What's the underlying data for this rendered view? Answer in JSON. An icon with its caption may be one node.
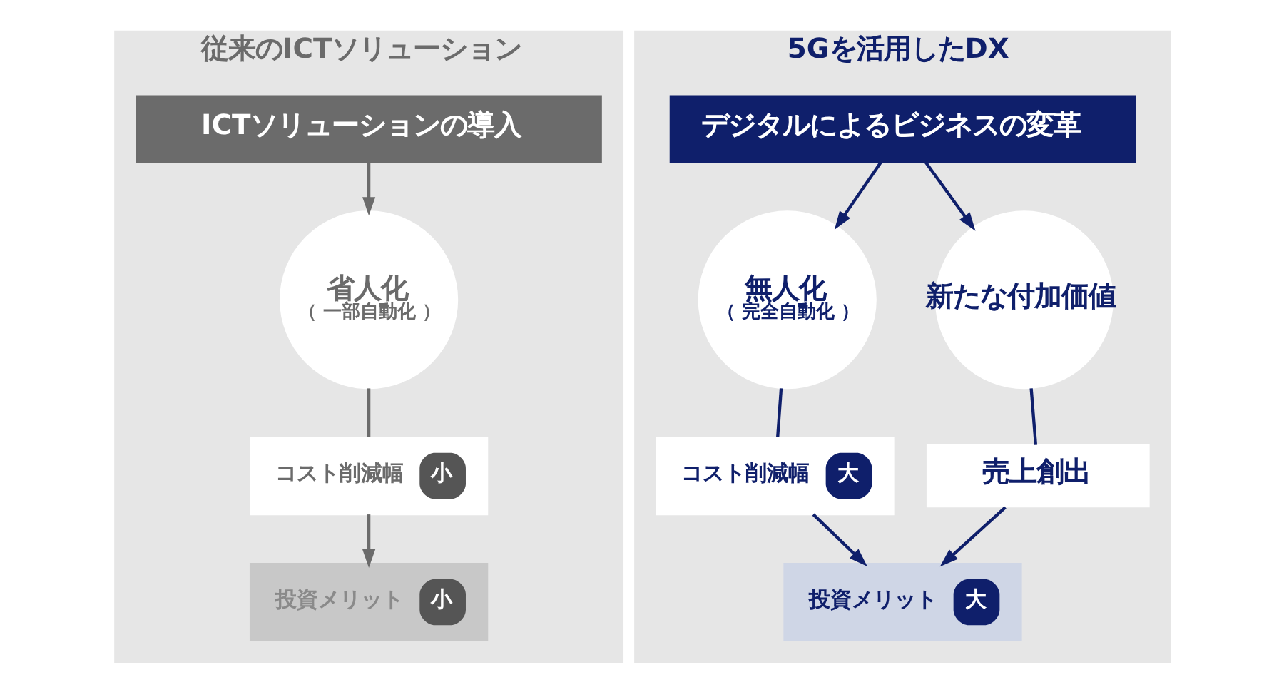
{
  "diagram": {
    "nodes": [
      {
        "text": [
          "従来のICTソリューション"
        ]
      },
      {
        "text": [
          "ICTソリューションの導入"
        ],
        "in": 0
      },
      {
        "text": [
          "省人化",
          "（ 一部自動化 ）"
        ],
        "in": 0
      },
      {
        "text": [
          "コスト削減幅",
          "小"
        ],
        "in": 0
      },
      {
        "text": [
          "投資メリット",
          "小"
        ],
        "in": 0
      },
      {
        "text": [
          "5Gを活用したDX"
        ]
      },
      {
        "text": [
          "デジタルによるビジネスの変革"
        ],
        "in": 5
      },
      {
        "text": [
          "無人化",
          "（ 完全自動化 ）"
        ],
        "in": 5
      },
      {
        "text": [
          "新たな付加価値"
        ],
        "in": 5
      },
      {
        "text": [
          "コスト削減幅",
          "大"
        ],
        "in": 5
      },
      {
        "text": [
          "売上創出"
        ],
        "in": 5
      },
      {
        "text": [
          "投資メリット",
          "大"
        ],
        "in": 5
      }
    ],
    "edges": [
      {
        "from": 1,
        "to": 2,
        "arrow": "to",
        "color": "#6b6b6b"
      },
      {
        "from": 2,
        "to": 3,
        "arrow": "none",
        "color": "#6b6b6b"
      },
      {
        "from": 3,
        "to": 4,
        "arrow": "to",
        "color": "#6b6b6b"
      },
      {
        "from": 6,
        "to": 7,
        "arrow": "to"
      },
      {
        "from": 6,
        "to": 8,
        "arrow": "to"
      },
      {
        "from": 7,
        "to": 9,
        "arrow": "none"
      },
      {
        "from": 8,
        "to": 10,
        "arrow": "none"
      },
      {
        "from": 9,
        "to": 11,
        "arrow": "to"
      },
      {
        "from": 10,
        "to": 11,
        "arrow": "to"
      }
    ]
  }
}
